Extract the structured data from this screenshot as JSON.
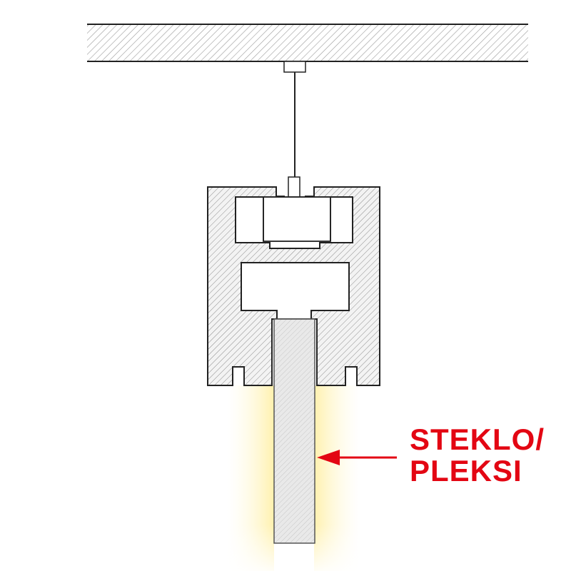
{
  "diagram": {
    "callout": {
      "line1": "STEKLO/",
      "line2": "PLEKSI"
    },
    "colors": {
      "label": "#e30613",
      "arrow": "#e30613",
      "outline": "#222222",
      "hatch": "#8c8c8c",
      "glow": "#fff3b8"
    },
    "parts": [
      "ceiling",
      "ceiling-mount",
      "suspension-cable",
      "aluminium-profile",
      "led-holder",
      "glass-panel",
      "light-glow"
    ]
  }
}
